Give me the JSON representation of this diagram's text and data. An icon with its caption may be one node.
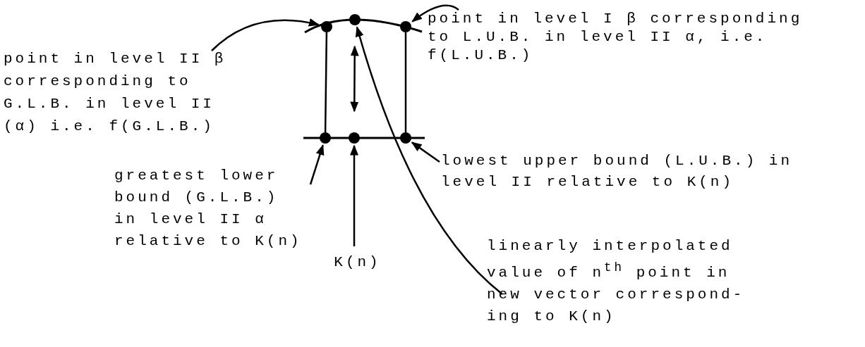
{
  "diagram": {
    "nodes": [
      {
        "text": [
          "point in level II β corresponding to G.L.B. in level II (α) i.e. f(G.L.B.)"
        ]
      },
      {
        "text": [
          "point in level I β corresponding to L.U.B. in level II α, i.e. f(L.U.B.)"
        ]
      },
      {
        "text": [
          "greatest lower bound (G.L.B.) in level II α relative to K(n)"
        ]
      },
      {
        "text": [
          "lowest upper bound (L.U.B.) in level II relative to K(n)"
        ]
      },
      {
        "text": [
          "K(n)"
        ]
      },
      {
        "text": [
          "linearly interpolated value of n$^{th}$ point in new vector correspond-ing to K(n)"
        ]
      },
      {
        "text": [],
        "shape": "circle"
      },
      {
        "text": [],
        "shape": "circle"
      },
      {
        "text": [],
        "shape": "circle"
      },
      {
        "text": [],
        "shape": "circle"
      },
      {
        "text": [],
        "shape": "circle"
      },
      {
        "text": [],
        "shape": "circle"
      }
    ],
    "edges": [
      {
        "from": 0,
        "to": 6,
        "arrow": "to"
      },
      {
        "from": 1,
        "to": 8,
        "arrow": "to"
      },
      {
        "from": 2,
        "to": 9,
        "arrow": "to"
      },
      {
        "from": 3,
        "to": 11,
        "arrow": "to"
      },
      {
        "from": 4,
        "to": 10,
        "arrow": "to"
      },
      {
        "from": 5,
        "to": 7,
        "arrow": "to"
      },
      {
        "from": 10,
        "to": 7,
        "arrow": "both"
      },
      {
        "from": 6,
        "to": 9,
        "arrow": "none"
      },
      {
        "from": 8,
        "to": 11,
        "arrow": "none"
      }
    ]
  }
}
